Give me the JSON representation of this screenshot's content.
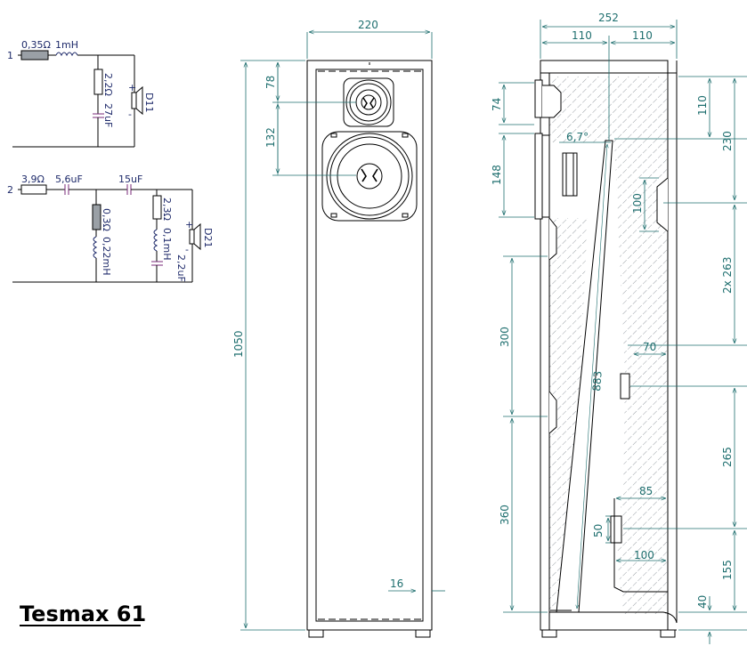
{
  "title": "Tesmax 61",
  "colors": {
    "dim": "#1f6f6f",
    "line": "#000000",
    "component": "#1e2a6a",
    "resistor_fill": "#9aa0a6",
    "cap": "#7a2a7a"
  },
  "crossover": {
    "tweeter": {
      "input": "1",
      "r_series": "0,35Ω",
      "l_series": "1mH",
      "r_shunt": "2,2Ω",
      "c_shunt": "27uF",
      "driver": "D11",
      "plus": "+",
      "minus": "-"
    },
    "woofer": {
      "input": "2",
      "r_series": "3,9Ω",
      "c1": "5,6uF",
      "c2": "15uF",
      "r_shunt1": "0,3Ω",
      "l_shunt1": "0,22mH",
      "r_shunt2": "2,3Ω",
      "l_shunt2": "0,1mH",
      "c_shunt2": "2,2uF",
      "driver": "D21",
      "plus": "+",
      "minus": "-"
    }
  },
  "front_view": {
    "width": "220",
    "height": "1050",
    "tweeter_center": "78",
    "woofer_center": "132",
    "panel_thickness": "16"
  },
  "side_view": {
    "depth": "252",
    "half_a": "110",
    "half_b": "110",
    "angle": "6,7°",
    "tweeter_cut": "74",
    "woofer_cut": "148",
    "right_top": "110",
    "right_upper": "230",
    "brace_a": "100",
    "brace_pitch": "2x 263",
    "brace_b": "70",
    "left_mid": "300",
    "line_length": "883",
    "right_mid": "265",
    "port_w": "85",
    "port_h": "50",
    "port_d": "100",
    "left_bottom": "360",
    "right_bottom": "155",
    "foot": "40"
  }
}
